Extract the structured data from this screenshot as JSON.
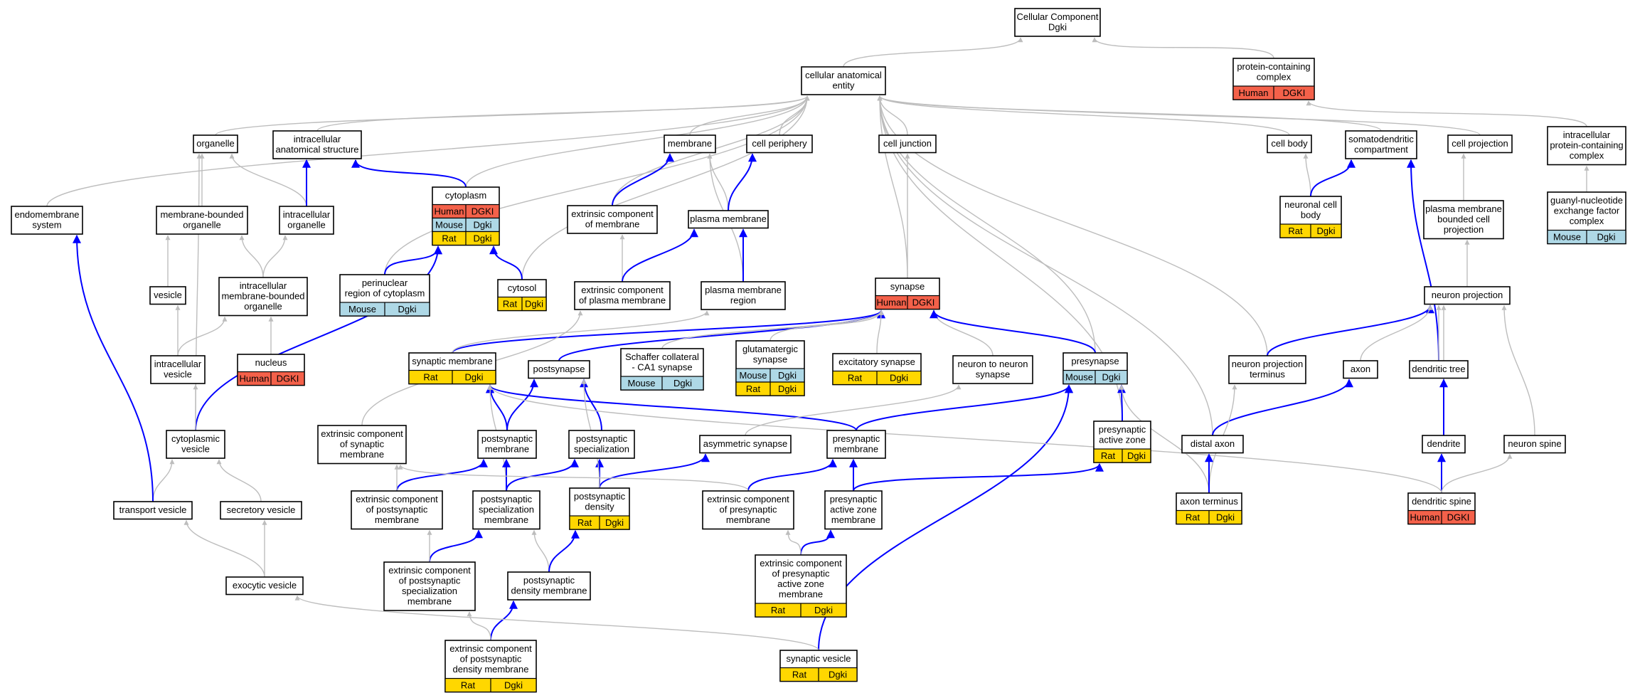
{
  "colors": {
    "Human": "#f4614a",
    "Mouse": "#aed8e6",
    "Rat": "#ffd700",
    "grey_edge": "#bdbdbd",
    "blue_edge": "#0000ff"
  },
  "nodes": {
    "root": {
      "lines": [
        "Cellular Component",
        "Dgki"
      ]
    },
    "cae": {
      "lines": [
        "cellular anatomical",
        "entity"
      ]
    },
    "pcc": {
      "lines": [
        "protein-containing",
        "complex"
      ],
      "anno": [
        [
          "Human",
          "DGKI"
        ]
      ]
    },
    "organelle": {
      "lines": [
        "organelle"
      ]
    },
    "ias": {
      "lines": [
        "intracellular",
        "anatomical structure"
      ]
    },
    "membrane": {
      "lines": [
        "membrane"
      ]
    },
    "cellper": {
      "lines": [
        "cell periphery"
      ]
    },
    "celljunc": {
      "lines": [
        "cell junction"
      ]
    },
    "cellbody": {
      "lines": [
        "cell body"
      ]
    },
    "somato": {
      "lines": [
        "somatodendritic",
        "compartment"
      ]
    },
    "cellproj": {
      "lines": [
        "cell projection"
      ]
    },
    "ipcc": {
      "lines": [
        "intracellular",
        "protein-containing",
        "complex"
      ]
    },
    "endo": {
      "lines": [
        "endomembrane",
        "system"
      ]
    },
    "mbo": {
      "lines": [
        "membrane-bounded",
        "organelle"
      ]
    },
    "intraorg": {
      "lines": [
        "intracellular",
        "organelle"
      ]
    },
    "cytoplasm": {
      "lines": [
        "cytoplasm"
      ],
      "anno": [
        [
          "Human",
          "DGKI"
        ],
        [
          "Mouse",
          "Dgki"
        ],
        [
          "Rat",
          "Dgki"
        ]
      ]
    },
    "extcompmem": {
      "lines": [
        "extrinsic component",
        "of membrane"
      ]
    },
    "plasmamem": {
      "lines": [
        "plasma membrane"
      ]
    },
    "ncb": {
      "lines": [
        "neuronal cell",
        "body"
      ],
      "anno": [
        [
          "Rat",
          "Dgki"
        ]
      ]
    },
    "pmbcp": {
      "lines": [
        "plasma membrane",
        "bounded cell",
        "projection"
      ]
    },
    "gnef": {
      "lines": [
        "guanyl-nucleotide",
        "exchange factor",
        "complex"
      ],
      "anno": [
        [
          "Mouse",
          "Dgki"
        ]
      ]
    },
    "vesicle": {
      "lines": [
        "vesicle"
      ]
    },
    "imbo": {
      "lines": [
        "intracellular",
        "membrane-bounded",
        "organelle"
      ]
    },
    "perinuc": {
      "lines": [
        "perinuclear",
        "region of cytoplasm"
      ],
      "anno": [
        [
          "Mouse",
          "Dgki"
        ]
      ]
    },
    "cytosol": {
      "lines": [
        "cytosol"
      ],
      "anno": [
        [
          "Rat",
          "Dgki"
        ]
      ]
    },
    "ecpm": {
      "lines": [
        "extrinsic component",
        "of plasma membrane"
      ]
    },
    "pmr": {
      "lines": [
        "plasma membrane",
        "region"
      ]
    },
    "synapse": {
      "lines": [
        "synapse"
      ],
      "anno": [
        [
          "Human",
          "DGKI"
        ]
      ]
    },
    "neuronproj": {
      "lines": [
        "neuron projection"
      ]
    },
    "intravesicle": {
      "lines": [
        "intracellular",
        "vesicle"
      ]
    },
    "nucleus": {
      "lines": [
        "nucleus"
      ],
      "anno": [
        [
          "Human",
          "DGKI"
        ]
      ]
    },
    "synmem": {
      "lines": [
        "synaptic membrane"
      ],
      "anno": [
        [
          "Rat",
          "Dgki"
        ]
      ]
    },
    "postsyn": {
      "lines": [
        "postsynapse"
      ]
    },
    "schaffer": {
      "lines": [
        "Schaffer collateral",
        "- CA1 synapse"
      ],
      "anno": [
        [
          "Mouse",
          "Dgki"
        ]
      ]
    },
    "glutsyn": {
      "lines": [
        "glutamatergic",
        "synapse"
      ],
      "anno": [
        [
          "Mouse",
          "Dgki"
        ],
        [
          "Rat",
          "Dgki"
        ]
      ]
    },
    "excsyn": {
      "lines": [
        "excitatory synapse"
      ],
      "anno": [
        [
          "Rat",
          "Dgki"
        ]
      ]
    },
    "n2n": {
      "lines": [
        "neuron to neuron",
        "synapse"
      ]
    },
    "presyn": {
      "lines": [
        "presynapse"
      ],
      "anno": [
        [
          "Mouse",
          "Dgki"
        ]
      ]
    },
    "npt": {
      "lines": [
        "neuron projection",
        "terminus"
      ]
    },
    "axon": {
      "lines": [
        "axon"
      ]
    },
    "dtree": {
      "lines": [
        "dendritic tree"
      ]
    },
    "cytovesicle": {
      "lines": [
        "cytoplasmic",
        "vesicle"
      ]
    },
    "ecsm": {
      "lines": [
        "extrinsic component",
        "of synaptic",
        "membrane"
      ]
    },
    "postsynmem": {
      "lines": [
        "postsynaptic",
        "membrane"
      ]
    },
    "postsynspec": {
      "lines": [
        "postsynaptic",
        "specialization"
      ]
    },
    "asymsyn": {
      "lines": [
        "asymmetric synapse"
      ]
    },
    "presynmem": {
      "lines": [
        "presynaptic",
        "membrane"
      ]
    },
    "paz": {
      "lines": [
        "presynaptic",
        "active zone"
      ],
      "anno": [
        [
          "Rat",
          "Dgki"
        ]
      ]
    },
    "distalaxon": {
      "lines": [
        "distal axon"
      ]
    },
    "dendrite": {
      "lines": [
        "dendrite"
      ]
    },
    "nspine": {
      "lines": [
        "neuron spine"
      ]
    },
    "transves": {
      "lines": [
        "transport vesicle"
      ]
    },
    "secves": {
      "lines": [
        "secretory vesicle"
      ]
    },
    "ecpostsynmem": {
      "lines": [
        "extrinsic component",
        "of postsynaptic",
        "membrane"
      ]
    },
    "pssm": {
      "lines": [
        "postsynaptic",
        "specialization",
        "membrane"
      ]
    },
    "psd": {
      "lines": [
        "postsynaptic",
        "density"
      ],
      "anno": [
        [
          "Rat",
          "Dgki"
        ]
      ]
    },
    "ecpresynmem": {
      "lines": [
        "extrinsic component",
        "of presynaptic",
        "membrane"
      ]
    },
    "pazm": {
      "lines": [
        "presynaptic",
        "active zone",
        "membrane"
      ]
    },
    "axonterm": {
      "lines": [
        "axon terminus"
      ],
      "anno": [
        [
          "Rat",
          "Dgki"
        ]
      ]
    },
    "dspine": {
      "lines": [
        "dendritic spine"
      ],
      "anno": [
        [
          "Human",
          "DGKI"
        ]
      ]
    },
    "exoves": {
      "lines": [
        "exocytic vesicle"
      ]
    },
    "ecpssm": {
      "lines": [
        "extrinsic component",
        "of postsynaptic",
        "specialization",
        "membrane"
      ]
    },
    "psdm": {
      "lines": [
        "postsynaptic",
        "density membrane"
      ]
    },
    "ecpazm": {
      "lines": [
        "extrinsic component",
        "of presynaptic",
        "active zone",
        "membrane"
      ],
      "anno": [
        [
          "Rat",
          "Dgki"
        ]
      ]
    },
    "ecpsdm": {
      "lines": [
        "extrinsic component",
        "of postsynaptic",
        "density membrane"
      ],
      "anno": [
        [
          "Rat",
          "Dgki"
        ]
      ]
    },
    "synves": {
      "lines": [
        "synaptic vesicle"
      ],
      "anno": [
        [
          "Rat",
          "Dgki"
        ]
      ]
    }
  },
  "edges": [
    [
      "cae",
      "root",
      "grey"
    ],
    [
      "pcc",
      "root",
      "grey"
    ],
    [
      "organelle",
      "cae",
      "grey"
    ],
    [
      "ias",
      "cae",
      "grey"
    ],
    [
      "membrane",
      "cae",
      "grey"
    ],
    [
      "cellper",
      "cae",
      "grey"
    ],
    [
      "celljunc",
      "cae",
      "grey"
    ],
    [
      "cellbody",
      "cae",
      "grey"
    ],
    [
      "somato",
      "cae",
      "grey"
    ],
    [
      "cellproj",
      "cae",
      "grey"
    ],
    [
      "endo",
      "cae",
      "grey"
    ],
    [
      "cytoplasm",
      "cae",
      "grey"
    ],
    [
      "perinuc",
      "cae",
      "grey"
    ],
    [
      "cytosol",
      "cae",
      "grey"
    ],
    [
      "extcompmem",
      "cae",
      "grey"
    ],
    [
      "synapse",
      "cae",
      "grey"
    ],
    [
      "presyn",
      "cae",
      "grey"
    ],
    [
      "npt",
      "cae",
      "grey"
    ],
    [
      "distalaxon",
      "cae",
      "grey"
    ],
    [
      "paz",
      "cae",
      "grey"
    ],
    [
      "ipcc",
      "pcc",
      "grey"
    ],
    [
      "mbo",
      "organelle",
      "grey"
    ],
    [
      "intraorg",
      "organelle",
      "grey"
    ],
    [
      "cytovesicle",
      "organelle",
      "grey"
    ],
    [
      "intraorg",
      "ias",
      "blue"
    ],
    [
      "cytoplasm",
      "ias",
      "blue"
    ],
    [
      "extcompmem",
      "membrane",
      "blue"
    ],
    [
      "plasmamem",
      "membrane",
      "grey"
    ],
    [
      "pmr",
      "membrane",
      "grey"
    ],
    [
      "plasmamem",
      "cellper",
      "blue"
    ],
    [
      "synapse",
      "celljunc",
      "grey"
    ],
    [
      "ncb",
      "cellbody",
      "grey"
    ],
    [
      "ncb",
      "somato",
      "blue"
    ],
    [
      "dtree",
      "somato",
      "blue"
    ],
    [
      "pmbcp",
      "cellproj",
      "grey"
    ],
    [
      "gnef",
      "ipcc",
      "grey"
    ],
    [
      "vesicle",
      "mbo",
      "grey"
    ],
    [
      "imbo",
      "mbo",
      "grey"
    ],
    [
      "imbo",
      "intraorg",
      "grey"
    ],
    [
      "nucleus",
      "imbo",
      "grey"
    ],
    [
      "intravesicle",
      "vesicle",
      "grey"
    ],
    [
      "intravesicle",
      "imbo",
      "grey"
    ],
    [
      "perinuc",
      "cytoplasm",
      "blue"
    ],
    [
      "cytosol",
      "cytoplasm",
      "blue"
    ],
    [
      "cytovesicle",
      "cytoplasm",
      "blue"
    ],
    [
      "ecpm",
      "extcompmem",
      "grey"
    ],
    [
      "ecpm",
      "plasmamem",
      "blue"
    ],
    [
      "pmr",
      "plasmamem",
      "blue"
    ],
    [
      "neuronproj",
      "pmbcp",
      "grey"
    ],
    [
      "cytovesicle",
      "intravesicle",
      "grey"
    ],
    [
      "synmem",
      "synapse",
      "blue"
    ],
    [
      "postsyn",
      "synapse",
      "blue"
    ],
    [
      "schaffer",
      "synapse",
      "grey"
    ],
    [
      "glutsyn",
      "synapse",
      "grey"
    ],
    [
      "excsyn",
      "synapse",
      "grey"
    ],
    [
      "n2n",
      "synapse",
      "grey"
    ],
    [
      "presyn",
      "synapse",
      "blue"
    ],
    [
      "ecsm",
      "ecpm",
      "grey"
    ],
    [
      "synmem",
      "pmr",
      "grey"
    ],
    [
      "npt",
      "neuronproj",
      "blue"
    ],
    [
      "axon",
      "neuronproj",
      "grey"
    ],
    [
      "dtree",
      "neuronproj",
      "grey"
    ],
    [
      "dendrite",
      "neuronproj",
      "grey"
    ],
    [
      "nspine",
      "neuronproj",
      "grey"
    ],
    [
      "postsynmem",
      "synmem",
      "blue"
    ],
    [
      "presynmem",
      "synmem",
      "blue"
    ],
    [
      "pssm",
      "synmem",
      "grey"
    ],
    [
      "postsynmem",
      "postsyn",
      "blue"
    ],
    [
      "postsynspec",
      "postsyn",
      "blue"
    ],
    [
      "asymsyn",
      "n2n",
      "grey"
    ],
    [
      "presynmem",
      "presyn",
      "blue"
    ],
    [
      "paz",
      "presyn",
      "blue"
    ],
    [
      "axonterm",
      "presyn",
      "grey"
    ],
    [
      "synves",
      "presyn",
      "blue"
    ],
    [
      "distalaxon",
      "axon",
      "blue"
    ],
    [
      "dendrite",
      "dtree",
      "blue"
    ],
    [
      "dspine",
      "dendrite",
      "blue"
    ],
    [
      "dspine",
      "nspine",
      "grey"
    ],
    [
      "dspine",
      "synmem",
      "grey"
    ],
    [
      "axonterm",
      "npt",
      "grey"
    ],
    [
      "axonterm",
      "distalaxon",
      "blue"
    ],
    [
      "transves",
      "cytovesicle",
      "grey"
    ],
    [
      "secves",
      "cytovesicle",
      "grey"
    ],
    [
      "transves",
      "endo",
      "blue"
    ],
    [
      "ecpostsynmem",
      "postsynmem",
      "blue"
    ],
    [
      "ecpostsynmem",
      "ecsm",
      "grey"
    ],
    [
      "pssm",
      "postsynmem",
      "blue"
    ],
    [
      "pssm",
      "postsynspec",
      "blue"
    ],
    [
      "psd",
      "postsynspec",
      "blue"
    ],
    [
      "psd",
      "asymsyn",
      "blue"
    ],
    [
      "psd",
      "postsyn",
      "grey"
    ],
    [
      "ecpresynmem",
      "presynmem",
      "blue"
    ],
    [
      "ecpresynmem",
      "ecsm",
      "grey"
    ],
    [
      "pazm",
      "presynmem",
      "blue"
    ],
    [
      "pazm",
      "paz",
      "blue"
    ],
    [
      "exoves",
      "transves",
      "grey"
    ],
    [
      "exoves",
      "secves",
      "grey"
    ],
    [
      "ecpssm",
      "pssm",
      "blue"
    ],
    [
      "ecpssm",
      "ecpostsynmem",
      "grey"
    ],
    [
      "psdm",
      "pssm",
      "grey"
    ],
    [
      "psdm",
      "psd",
      "blue"
    ],
    [
      "ecpazm",
      "pazm",
      "blue"
    ],
    [
      "ecpazm",
      "ecpresynmem",
      "grey"
    ],
    [
      "ecpsdm",
      "psdm",
      "blue"
    ],
    [
      "ecpsdm",
      "ecpssm",
      "grey"
    ],
    [
      "synves",
      "exoves",
      "grey"
    ]
  ]
}
